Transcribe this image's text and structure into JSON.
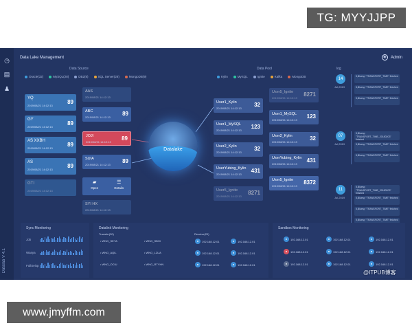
{
  "banner": "TG: MYYJJPP",
  "watermark": "www.jmyffm.com",
  "itpub": "@ITPUB博客",
  "app": {
    "title": "Data Lake Management",
    "user": "Admin",
    "brand": "Datalab V 4.1"
  },
  "rail_icons": [
    "clock-icon",
    "list-icon",
    "user-icon"
  ],
  "data_source": {
    "title": "Data Source",
    "legend": [
      {
        "label": "Oracle(32)",
        "color": "#3e9ddc"
      },
      {
        "label": "MySQL(28)",
        "color": "#2ec4a0"
      },
      {
        "label": "DB2(8)",
        "color": "#8c9fd0"
      },
      {
        "label": "SQL Server(28)",
        "color": "#e7a43b"
      },
      {
        "label": "MongoDB(9)",
        "color": "#d86a4f"
      }
    ],
    "sources": [
      {
        "name": "YQ",
        "sub": "2019/08/21 14:12:13",
        "num": "89"
      },
      {
        "name": "GY",
        "sub": "2019/08/21 14:12:13",
        "num": "89"
      },
      {
        "name": "AS",
        "sub": "2019/08/21 14:12:13",
        "num": "89",
        "suffix": "XXBH"
      },
      {
        "name": "AS",
        "sub": "2019/08/21 14:12:13",
        "num": "89"
      },
      {
        "name": "GTI",
        "sub": "2019/08/21 14:12:13",
        "num": ""
      }
    ],
    "middle": [
      {
        "name": "AAS",
        "sub": "2019/08/21 14:12:13",
        "num": ""
      },
      {
        "name": "ABC",
        "sub": "2019/08/21 14:12:13",
        "num": "89"
      },
      {
        "name": "JOJI",
        "sub": "2019/08/21 14:12:13",
        "num": "89"
      },
      {
        "name": "SUIA",
        "sub": "2019/08/21 14:12:13",
        "num": "89"
      },
      {
        "name": "SYI",
        "sub": "2019/08/21 14:12:13",
        "num": "",
        "suffix": "HX"
      }
    ],
    "tools": {
      "open": "Open",
      "details": "Details"
    }
  },
  "datalake": {
    "label": "Datalake"
  },
  "data_pool": {
    "title": "Data Pool",
    "legend": [
      {
        "label": "Kylin",
        "color": "#3e9ddc"
      },
      {
        "label": "MySQL",
        "color": "#2ec4a0"
      },
      {
        "label": "Ignite",
        "color": "#8c9fd0"
      },
      {
        "label": "Kafka",
        "color": "#e7a43b"
      },
      {
        "label": "MongoDB",
        "color": "#d86a4f"
      }
    ],
    "left": [
      {
        "name": "User1_Kylin",
        "sub": "2019/08/21 14:12:13",
        "num": "32"
      },
      {
        "name": "User1_MySQL",
        "sub": "2019/08/21 14:12:13",
        "num": "123"
      },
      {
        "name": "User2_Kylin",
        "sub": "2019/08/21 14:12:13",
        "num": "32"
      },
      {
        "name": "UserYubing_Kylin",
        "sub": "2019/08/21 14:12:13",
        "num": "431"
      },
      {
        "name": "User5_Ignite",
        "sub": "2019/08/21 14:12:13",
        "num": "8271"
      }
    ],
    "right": [
      {
        "name": "User5_Ignite",
        "sub": "2019/08/21 14:12:13",
        "num": "8271"
      },
      {
        "name": "User1_MySQL",
        "sub": "2019/08/21 14:12:13",
        "num": "123"
      },
      {
        "name": "User2_Kylin",
        "sub": "2019/08/21 14:12:13",
        "num": "32"
      },
      {
        "name": "UserYubing_Kylin",
        "sub": "2019/08/21 14:12:13",
        "num": "431"
      },
      {
        "name": "User5_Ignite",
        "sub": "2019/08/21 14:12:13",
        "num": "8372"
      }
    ]
  },
  "log": {
    "title": "log",
    "groups": [
      {
        "day": "14",
        "date": "Jul,2019",
        "items": [
          "5,Bluesp \"TRANSFORT_TIME\" finished",
          "5,Bluesp \"TRANSFORT_TIME\" finished",
          "5,Bluesp \"TRANSFORT_TIME\" finished"
        ]
      },
      {
        "day": "07",
        "date": "Jul,2019",
        "items": [
          "5,Bluesp \"TRANSFORT_TIME_20180203\" finished",
          "5,Bluesp \"TRANSFORT_TIME\" finished",
          "5,Bluesp \"TRANSFORT_TIME\" finished"
        ]
      },
      {
        "day": "11",
        "date": "Jul,2019",
        "items": [
          "5,Bluesp \"TRANSFORT_TIME_20180203\" finished",
          "5,Bluesp \"TRANSFORT_TIME\" finished",
          "5,Bluesp \"TRANSFORT_TIME\" finished",
          "5,Bluesp \"TRANSFORT_TIME\" finished",
          "5,Bluesp \"TRANSFORT_TIME\" finished"
        ]
      }
    ]
  },
  "sync": {
    "title": "Sync Monitoring",
    "rows": [
      {
        "label": "Job",
        "bars": [
          4,
          6,
          3,
          7,
          5,
          8,
          4,
          6,
          5,
          7,
          3,
          6,
          8,
          5,
          4,
          7,
          6,
          5,
          8,
          4,
          6,
          7,
          5,
          3,
          6,
          8,
          5,
          7
        ]
      },
      {
        "label": "Wasya",
        "bars": [
          3,
          5,
          6,
          4,
          7,
          5,
          6,
          3,
          5,
          8,
          6,
          4,
          5,
          7,
          3,
          6,
          5,
          8,
          4,
          6,
          5,
          3,
          7,
          6,
          4,
          5,
          8,
          6
        ]
      },
      {
        "label": "FullSeisp",
        "bars": [
          5,
          7,
          4,
          6,
          3,
          8,
          5,
          6,
          7,
          4,
          5,
          3,
          6,
          8,
          7,
          5,
          4,
          6,
          5,
          7,
          3,
          6,
          4,
          8,
          5,
          6,
          7,
          4
        ]
      }
    ]
  },
  "datalink": {
    "title": "Datalink Monitoring",
    "col1": "Transfer(20)",
    "col2": "Receive(20)",
    "items": [
      {
        "a": "WNG_SEYA",
        "b": "WNG_SBHI"
      },
      {
        "a": "WNG_AQIL",
        "b": "WNG_LZUA"
      },
      {
        "a": "WNG_OCIU",
        "b": "WNG_RTYHN"
      }
    ],
    "nodes": [
      "192.168.12.01",
      "192.168.12.01",
      "192.168.12.01",
      "192.168.12.01",
      "192.168.12.01",
      "192.168.12.01"
    ]
  },
  "sandbox": {
    "title": "Sandbox Monitoring",
    "nodes": [
      {
        "ip": "192.168.12.01",
        "state": "blue"
      },
      {
        "ip": "192.168.12.01",
        "state": "blue"
      },
      {
        "ip": "192.168.12.01",
        "state": "blue"
      },
      {
        "ip": "192.168.12.01",
        "state": "red"
      },
      {
        "ip": "192.168.12.01",
        "state": "blue"
      },
      {
        "ip": "192.168.12.01",
        "state": "blue"
      },
      {
        "ip": "192.168.12.01",
        "state": "grey"
      },
      {
        "ip": "192.168.12.01",
        "state": "blue"
      },
      {
        "ip": "192.168.12.01",
        "state": "blue"
      }
    ]
  }
}
